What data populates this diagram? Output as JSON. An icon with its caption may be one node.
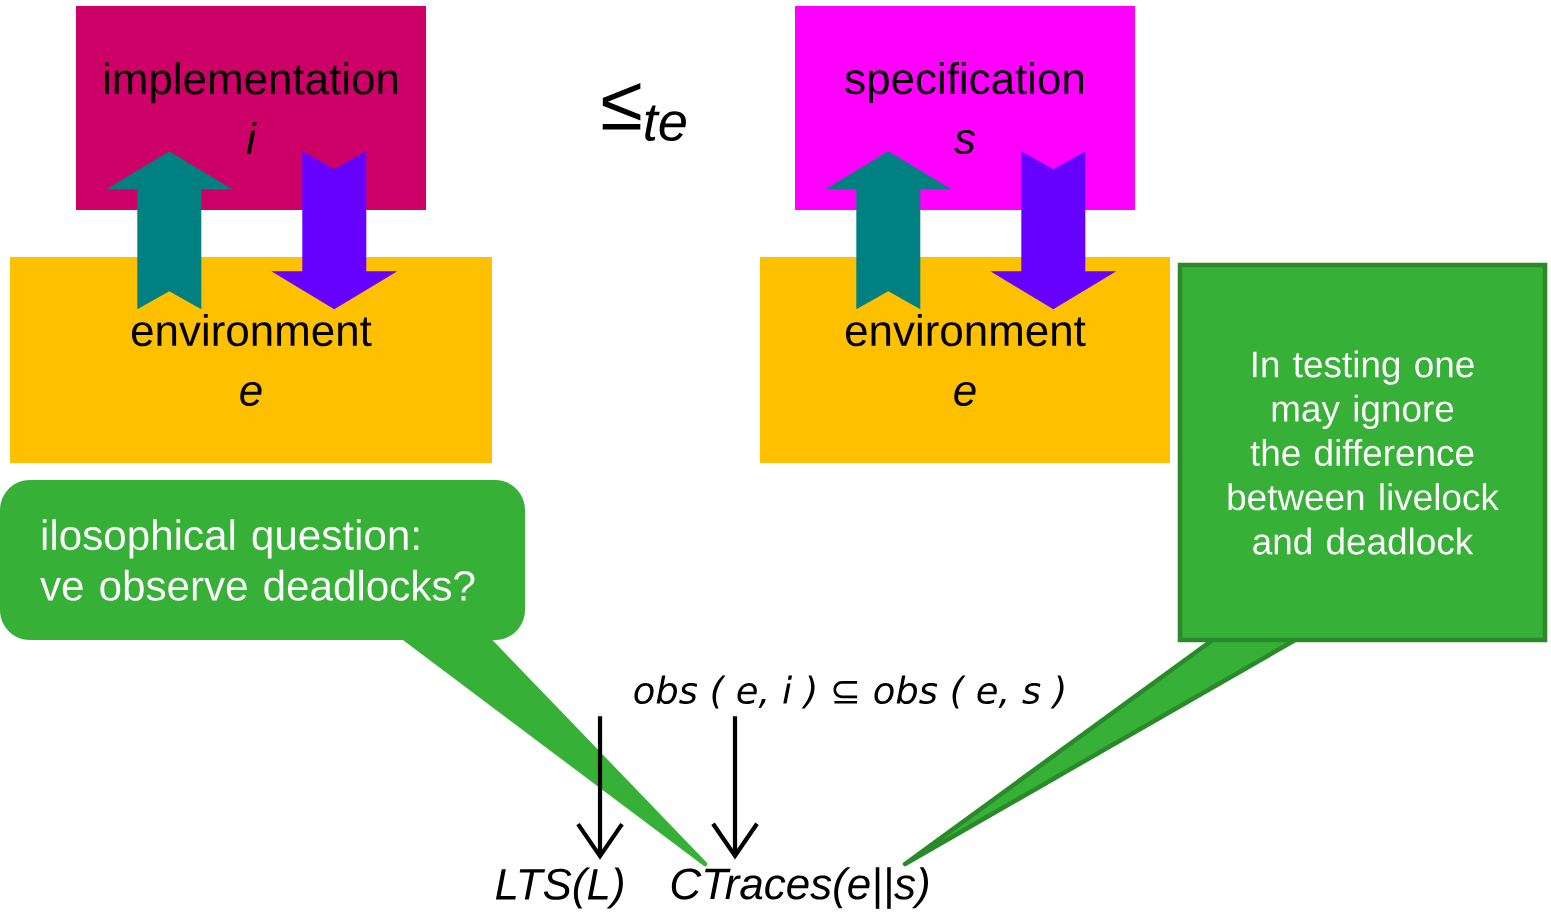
{
  "diagram": {
    "nodes": [
      {
        "text": [
          "implementation",
          "i"
        ]
      },
      {
        "text": [
          "specification",
          "s"
        ]
      },
      {
        "text": [
          "environment",
          "e"
        ]
      },
      {
        "text": [
          "environment",
          "e"
        ]
      },
      {
        "text": [
          "In testing one may ignore the difference between livelock and deadlock"
        ]
      },
      {
        "text": [
          "ilosophical question: ve observe deadlocks?"
        ]
      },
      {
        "text": [
          "obs ( e, i ) ⊆ obs ( e, s )"
        ]
      },
      {
        "text": [
          "LTS(L)"
        ]
      },
      {
        "text": [
          "CTraces(e||s)"
        ]
      }
    ],
    "edges": [
      {
        "from": 2,
        "to": 0,
        "arrow": "to",
        "style": "thick",
        "color": "#008080"
      },
      {
        "from": 0,
        "to": 2,
        "arrow": "to",
        "style": "thick",
        "color": "#6600ff"
      },
      {
        "from": 3,
        "to": 1,
        "arrow": "to",
        "style": "thick",
        "color": "#008080"
      },
      {
        "from": 1,
        "to": 3,
        "arrow": "to",
        "style": "thick",
        "color": "#6600ff"
      },
      {
        "from": 6,
        "to": 7,
        "arrow": "to"
      },
      {
        "from": 6,
        "to": 8,
        "arrow": "to"
      }
    ],
    "labels": [
      "≤$_{te}$"
    ]
  }
}
